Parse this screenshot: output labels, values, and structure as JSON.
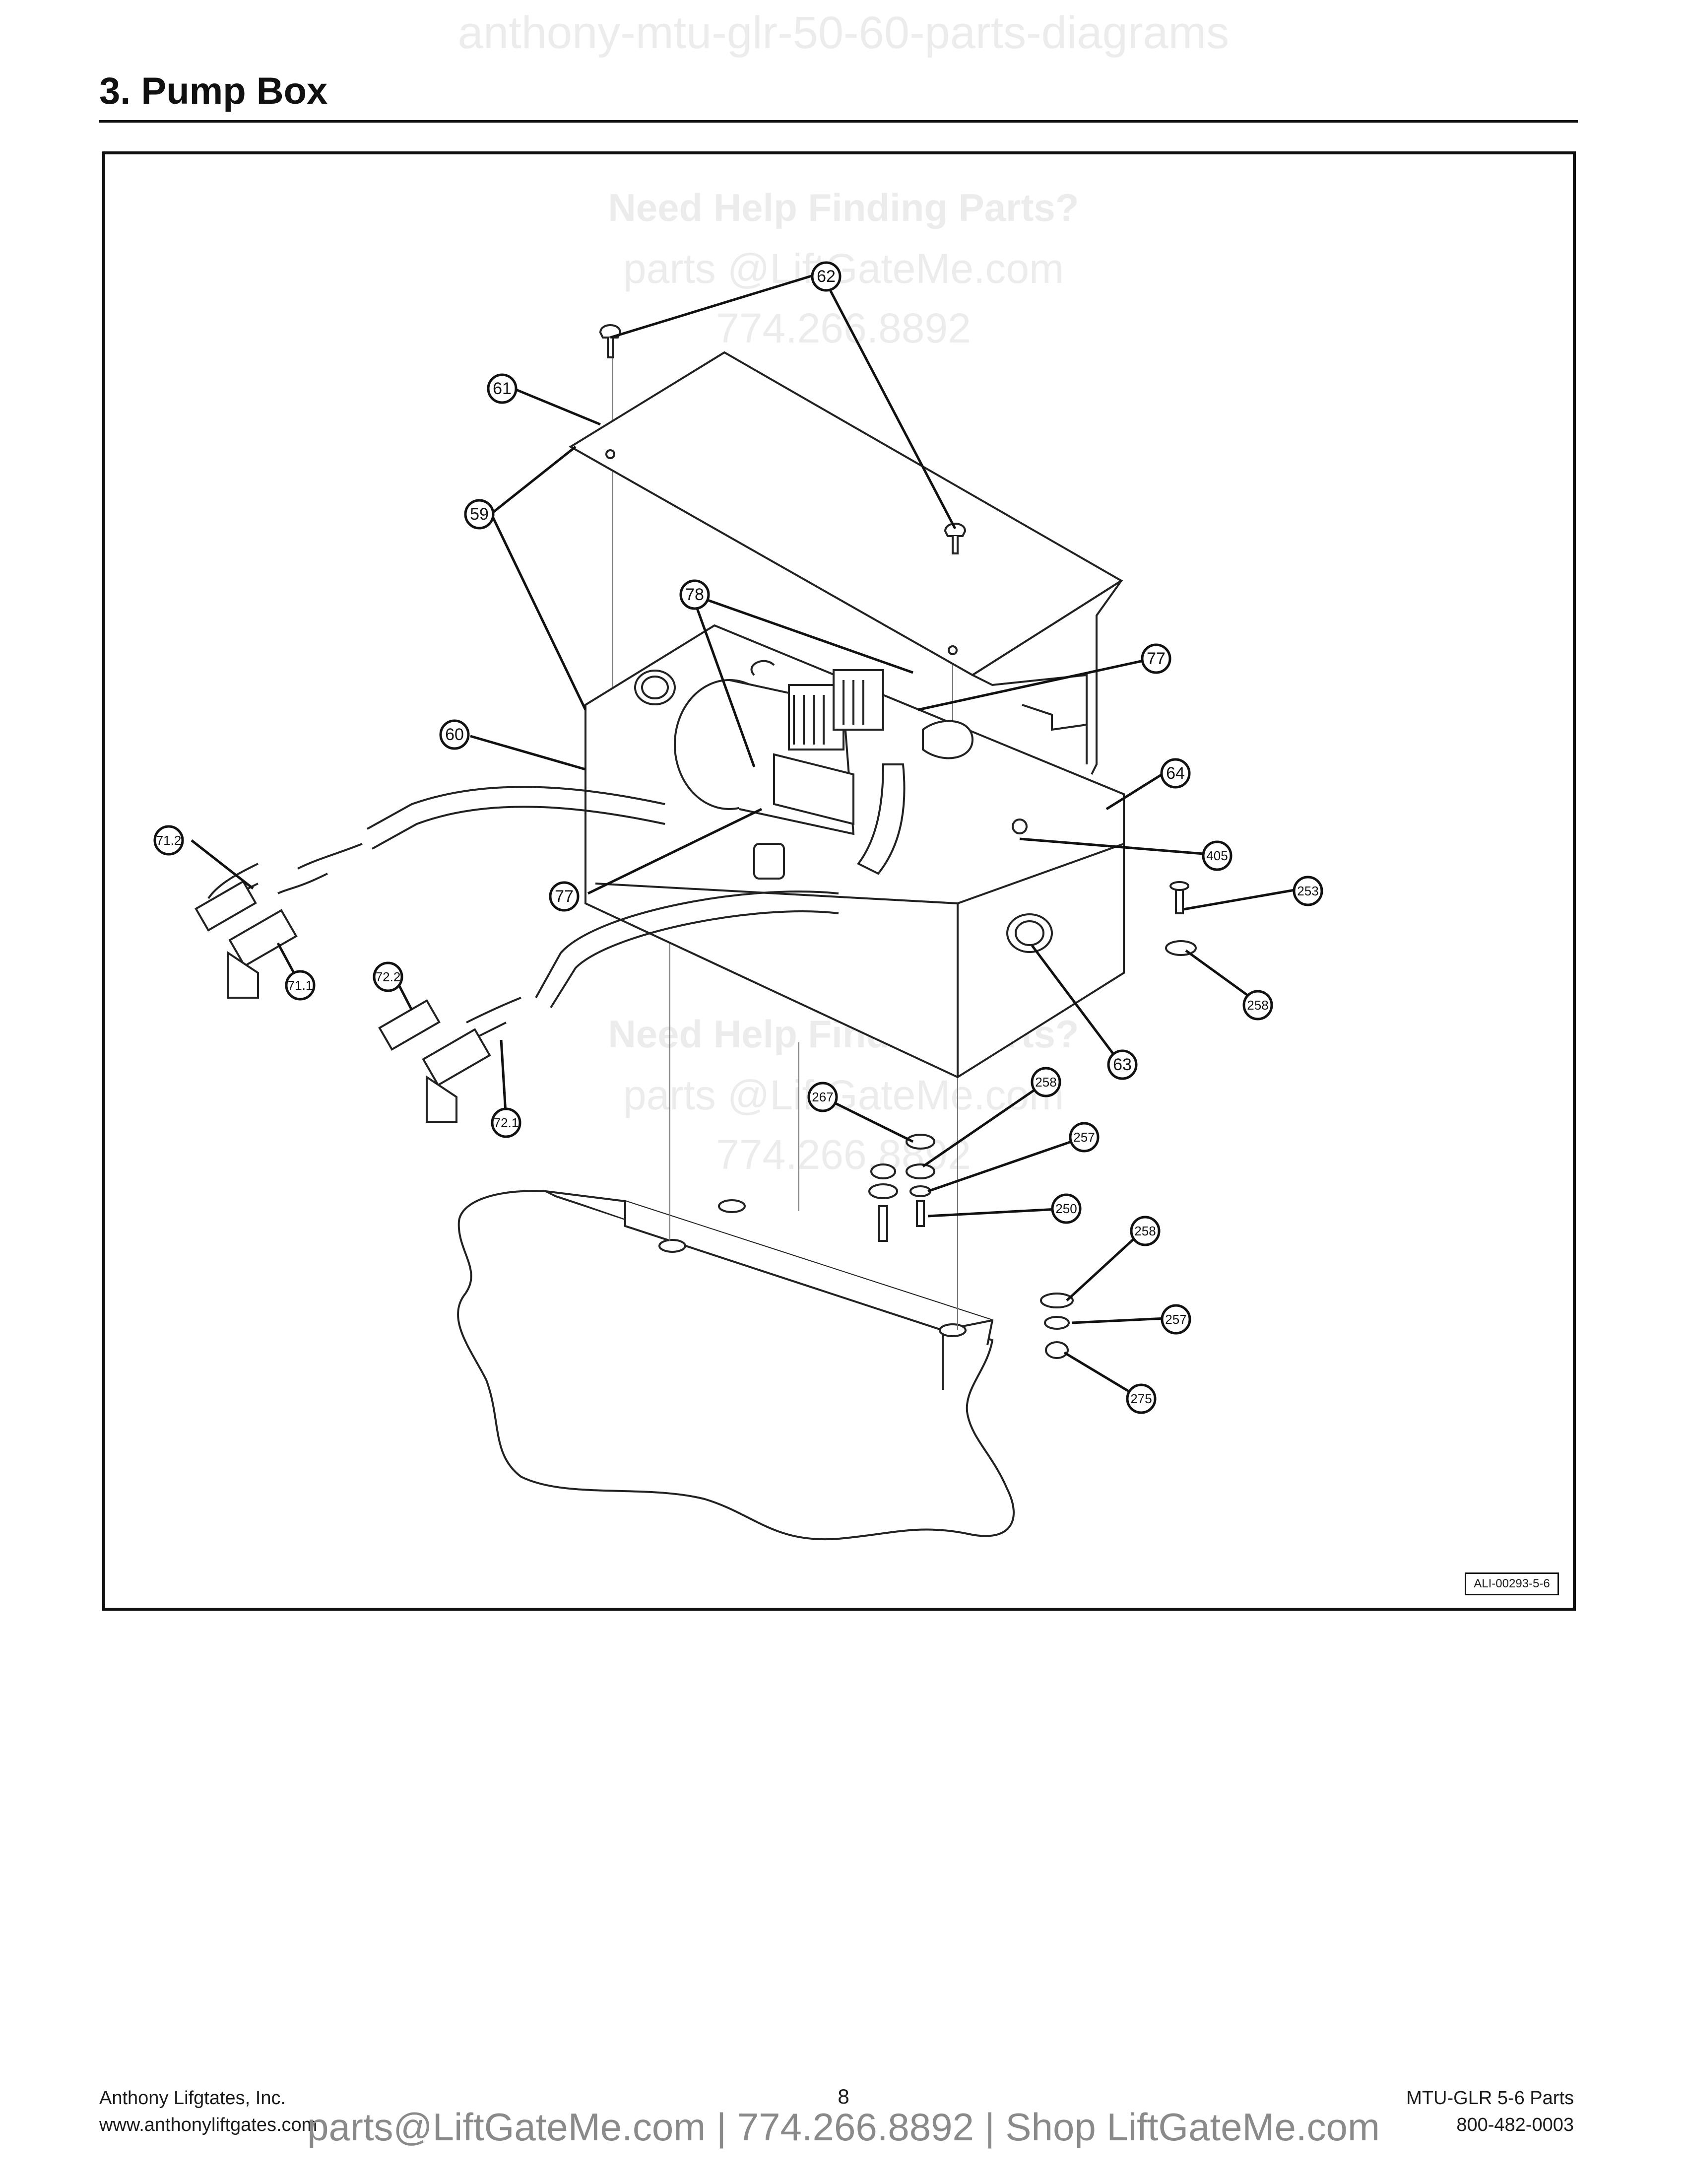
{
  "header": {
    "watermark": "anthony-mtu-glr-50-60-parts-diagrams",
    "section_title": "3.   Pump Box"
  },
  "diagram": {
    "watermark_blocks": [
      {
        "heading": "Need Help Finding Parts?",
        "email": "parts @LiftGateMe.com",
        "phone": "774.266.8892"
      },
      {
        "heading": "Need Help Finding Parts?",
        "email": "parts @LiftGateMe.com",
        "phone": "774.266.8892"
      }
    ],
    "callouts": [
      "62",
      "61",
      "59",
      "78",
      "77",
      "60",
      "64",
      "405",
      "71.2",
      "77",
      "253",
      "71.1",
      "72.2",
      "258",
      "63",
      "258",
      "267",
      "257",
      "250",
      "72.1",
      "258",
      "257",
      "275"
    ],
    "reference_code": "ALI-00293-5-6"
  },
  "footer": {
    "company": "Anthony Lifgtates, Inc.",
    "website": "www.anthonyliftgates.com",
    "page_number": "8",
    "product": "MTU-GLR 5-6 Parts",
    "phone": "800-482-0003",
    "watermark": "parts@LiftGateMe.com | 774.266.8892 | Shop LiftGateMe.com"
  }
}
